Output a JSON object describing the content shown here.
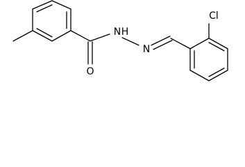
{
  "molecule": {
    "atom_labels": {
      "nitrogen_amide": "N",
      "hydrogen_amide": "H",
      "nitrogen_imine": "N",
      "oxygen": "O",
      "chlorine": "Cl"
    },
    "colors": {
      "bond": "#000000",
      "label": "#000000",
      "background": "#ffffff"
    }
  }
}
